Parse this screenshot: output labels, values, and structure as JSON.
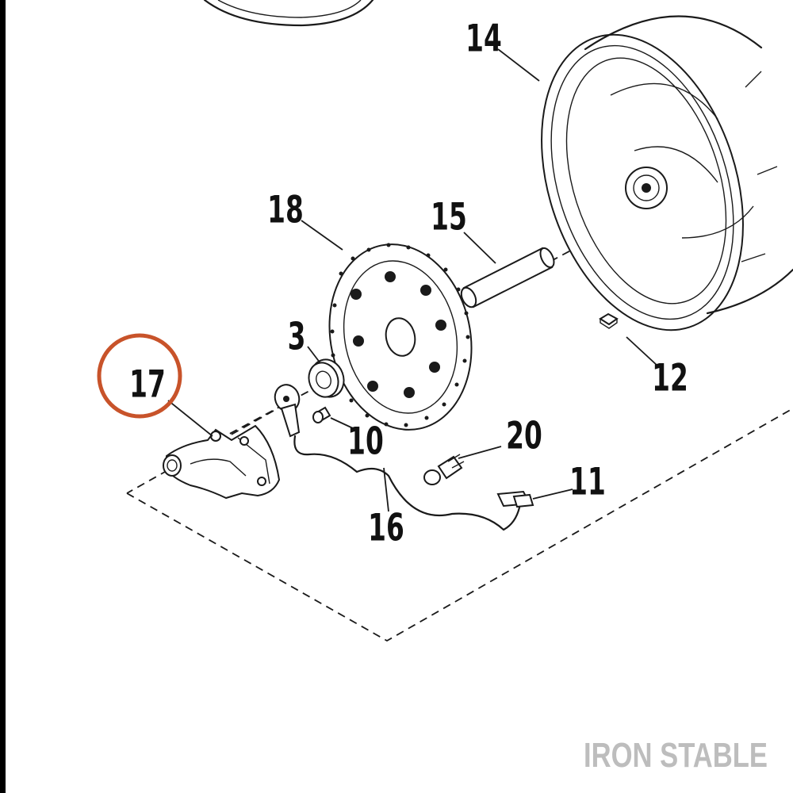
{
  "diagram": {
    "callouts": [
      {
        "id": "c14",
        "text": "14"
      },
      {
        "id": "c18",
        "text": "18"
      },
      {
        "id": "c15",
        "text": "15"
      },
      {
        "id": "c3",
        "text": "3"
      },
      {
        "id": "c17",
        "text": "17"
      },
      {
        "id": "c12",
        "text": "12"
      },
      {
        "id": "c10",
        "text": "10"
      },
      {
        "id": "c20",
        "text": "20"
      },
      {
        "id": "c11",
        "text": "11"
      },
      {
        "id": "c16",
        "text": "16"
      }
    ],
    "highlighted_callout": "17",
    "highlight_color": "#c8532a"
  },
  "watermark": {
    "text": "IRON STABLE",
    "color": "#bdbdbd"
  }
}
